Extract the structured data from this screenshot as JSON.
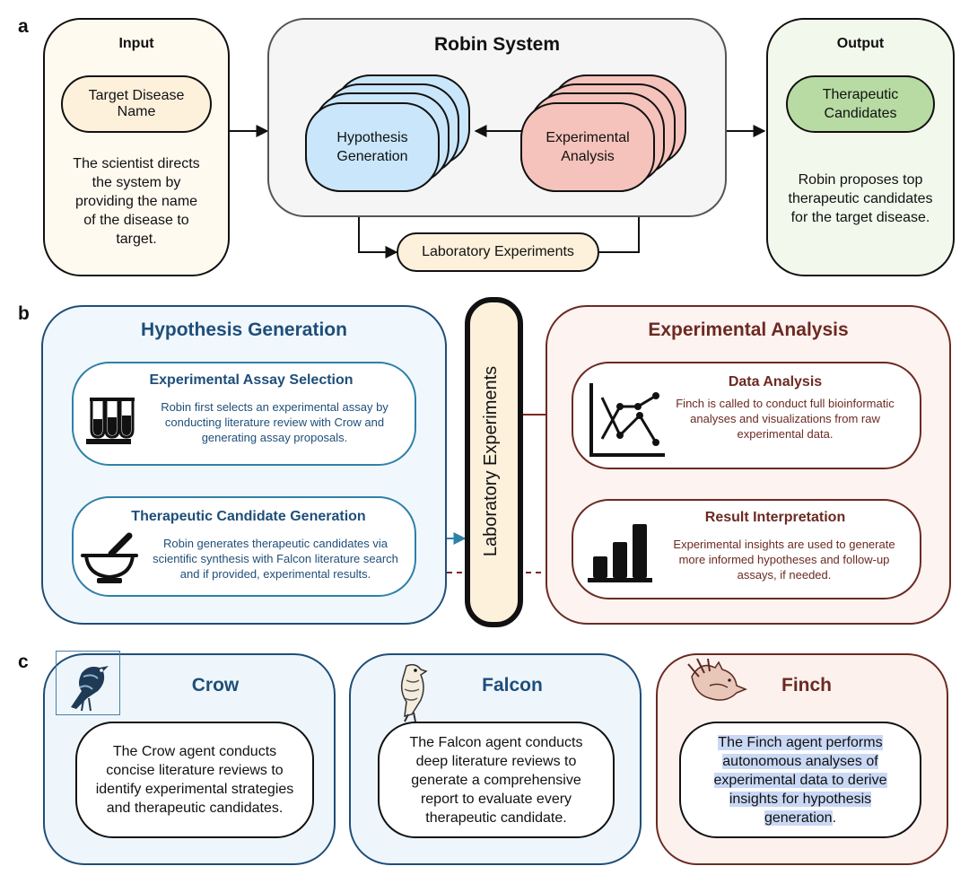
{
  "panel_a": {
    "letter": "a",
    "input": {
      "title": "Input",
      "chip": "Target Disease Name",
      "description": "The scientist directs the system by providing the name of the disease to target."
    },
    "system": {
      "title": "Robin System",
      "hypothesis": "Hypothesis Generation",
      "analysis": "Experimental Analysis",
      "lab": "Laboratory Experiments"
    },
    "output": {
      "title": "Output",
      "chip": "Therapeutic Candidates",
      "description": "Robin proposes top therapeutic candidates for the target disease."
    }
  },
  "panel_b": {
    "letter": "b",
    "hypothesis_title": "Hypothesis Generation",
    "assay": {
      "title": "Experimental Assay Selection",
      "text": "Robin first selects an experimental assay by conducting literature review with Crow and generating assay proposals."
    },
    "candidate": {
      "title": "Therapeutic Candidate Generation",
      "text": "Robin generates therapeutic candidates via scientific synthesis with Falcon literature search and if provided, experimental results."
    },
    "lab": "Laboratory Experiments",
    "analysis_title": "Experimental Analysis",
    "data": {
      "title": "Data Analysis",
      "text": "Finch is called to conduct full bioinformatic analyses and visualizations from raw experimental data."
    },
    "result": {
      "title": "Result Interpretation",
      "text": "Experimental insights are used to generate more informed hypotheses and follow-up assays, if needed."
    }
  },
  "panel_c": {
    "letter": "c",
    "crow": {
      "name": "Crow",
      "text": "The Crow agent conducts concise literature reviews to identify experimental strategies and therapeutic candidates."
    },
    "falcon": {
      "name": "Falcon",
      "text": "The Falcon agent conducts deep literature reviews to generate a comprehensive report to evaluate every therapeutic candidate."
    },
    "finch": {
      "name": "Finch",
      "text_main": "The Finch agent performs autonomous analyses of experimental data to derive insights for hypothesis generation",
      "text_end": "."
    }
  },
  "colors": {
    "blue_dark": "#1f4e79",
    "blue_mid": "#2f80a8",
    "red_dark": "#6b2a22",
    "cream": "#fdf1dc",
    "blue_fill": "#c9e6fa",
    "pink_fill": "#f5c3bb",
    "green_fill": "#b7dba3"
  }
}
